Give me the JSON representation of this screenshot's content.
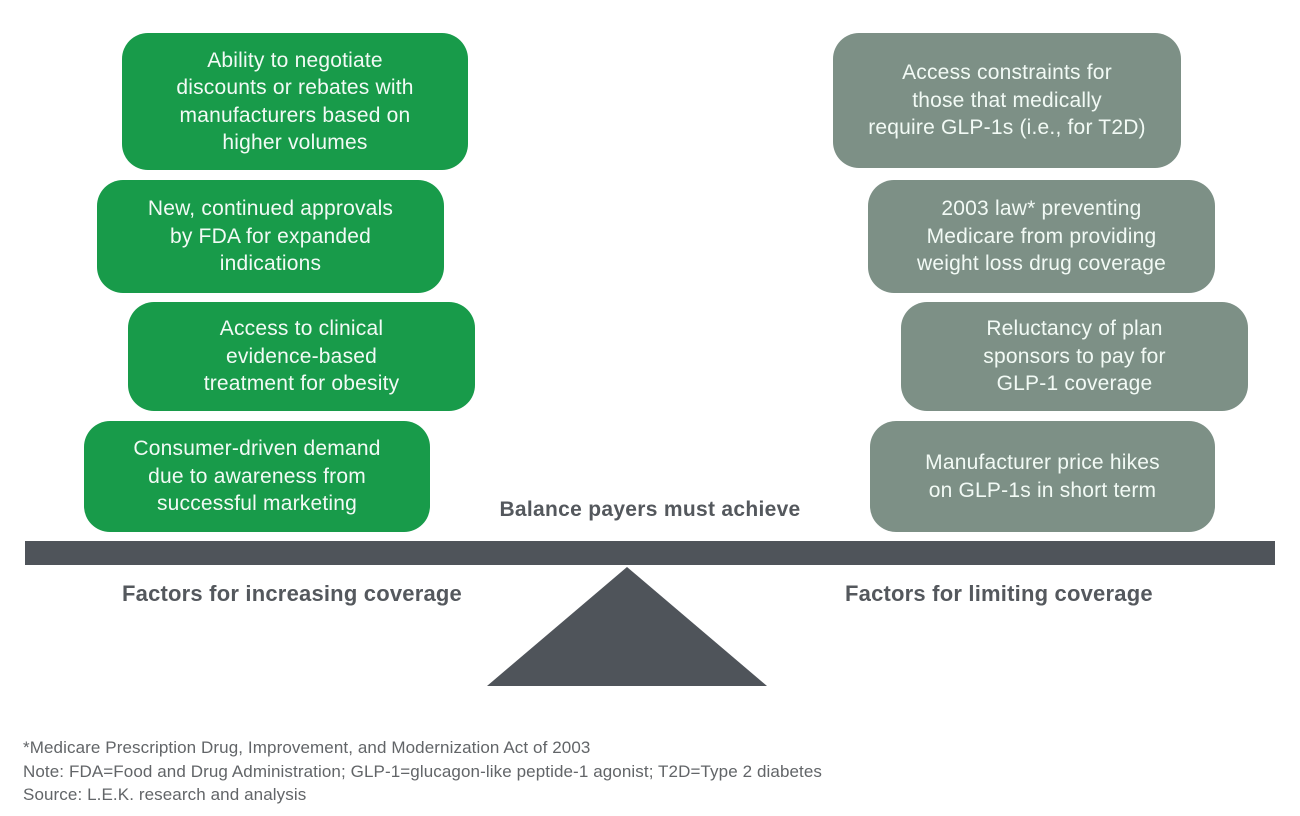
{
  "diagram": {
    "center_label": "Balance payers must achieve",
    "left_heading": "Factors for increasing coverage",
    "right_heading": "Factors for limiting coverage"
  },
  "left_factors": [
    "Ability to negotiate\ndiscounts or rebates with\nmanufacturers based on\nhigher volumes",
    "New, continued approvals\nby FDA for expanded\nindications",
    "Access to clinical\nevidence-based\ntreatment for obesity",
    "Consumer-driven demand\ndue to awareness from\nsuccessful marketing"
  ],
  "right_factors": [
    "Access constraints for\nthose that medically\nrequire GLP-1s (i.e., for T2D)",
    "2003 law* preventing\nMedicare from providing\nweight loss drug coverage",
    "Reluctancy of plan\nsponsors to pay for\nGLP-1 coverage",
    "Manufacturer price hikes\non GLP-1s in short term"
  ],
  "footnotes": [
    "*Medicare Prescription Drug, Improvement, and Modernization Act of 2003",
    "Note: FDA=Food and Drug Administration; GLP-1=glucagon-like peptide-1 agonist; T2D=Type 2 diabetes",
    "Source: L.E.K. research and analysis"
  ],
  "colors": {
    "increase_box": "#189B4A",
    "limit_box": "#7D9086",
    "beam": "#4F545A",
    "heading_text": "#54585D",
    "footnote_text": "#626568"
  }
}
